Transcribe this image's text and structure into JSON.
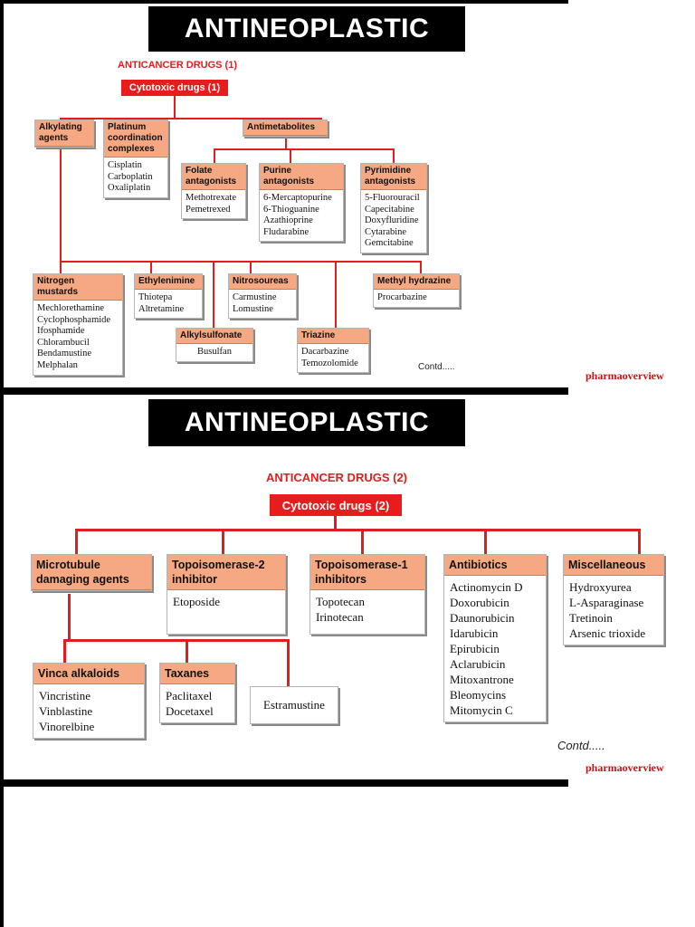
{
  "panel1": {
    "title": "ANTINEOPLASTIC",
    "heading": "ANTICANCER DRUGS (1)",
    "root": "Cytotoxic drugs (1)",
    "nodes": {
      "alkylating": {
        "label": "Alkylating\nagents"
      },
      "platinum": {
        "label": "Platinum\ncoordination\ncomplexes",
        "items": [
          "Cisplatin",
          "Carboplatin",
          "Oxaliplatin"
        ]
      },
      "antimetabolites": {
        "label": "Antimetabolites"
      },
      "folate": {
        "label": "Folate\nantagonists",
        "items": [
          "Methotrexate",
          "Pemetrexed"
        ]
      },
      "purine": {
        "label": "Purine\nantagonists",
        "items": [
          "6-Mercaptopurine",
          "6-Thioguanine",
          "Azathioprine",
          "Fludarabine"
        ]
      },
      "pyrimidine": {
        "label": "Pyrimidine\nantagonists",
        "items": [
          "5-Fluorouracil",
          "Capecitabine",
          "Doxyfluridine",
          "Cytarabine",
          "Gemcitabine"
        ]
      },
      "nitrogen": {
        "label": "Nitrogen\nmustards",
        "items": [
          "Mechlorethamine",
          "Cyclophosphamide",
          "Ifosphamide",
          "Chlorambucil",
          "Bendamustine",
          "Melphalan"
        ]
      },
      "ethylenimine": {
        "label": "Ethylenimine",
        "items": [
          "Thiotepa",
          "Altretamine"
        ]
      },
      "nitrosoureas": {
        "label": "Nitrosoureas",
        "items": [
          "Carmustine",
          "Lomustine"
        ]
      },
      "methylhydrazine": {
        "label": "Methyl hydrazine",
        "items": [
          "Procarbazine"
        ]
      },
      "alkylsulfonate": {
        "label": "Alkylsulfonate",
        "items": [
          "Busulfan"
        ]
      },
      "triazine": {
        "label": "Triazine",
        "items": [
          "Dacarbazine",
          "Temozolomide"
        ]
      }
    },
    "contd": "Contd.....",
    "brand": "pharmaoverview"
  },
  "panel2": {
    "title": "ANTINEOPLASTIC",
    "heading": "ANTICANCER DRUGS (2)",
    "root": "Cytotoxic drugs (2)",
    "nodes": {
      "microtubule": {
        "label": "Microtubule\ndamaging agents"
      },
      "topo2": {
        "label": "Topoisomerase-2\ninhibitor",
        "items": [
          "Etoposide"
        ]
      },
      "topo1": {
        "label": "Topoisomerase-1\ninhibitors",
        "items": [
          "Topotecan",
          "Irinotecan"
        ]
      },
      "antibiotics": {
        "label": "Antibiotics",
        "items": [
          "Actinomycin D",
          "Doxorubicin",
          "Daunorubicin",
          "Idarubicin",
          "Epirubicin",
          "Aclarubicin",
          "Mitoxantrone",
          "Bleomycins",
          "Mitomycin C"
        ]
      },
      "misc": {
        "label": "Miscellaneous",
        "items": [
          "Hydroxyurea",
          "L-Asparaginase",
          "Tretinoin",
          "Arsenic trioxide"
        ]
      },
      "vinca": {
        "label": "Vinca alkaloids",
        "items": [
          "Vincristine",
          "Vinblastine",
          "Vinorelbine"
        ]
      },
      "taxanes": {
        "label": "Taxanes",
        "items": [
          "Paclitaxel",
          "Docetaxel"
        ]
      },
      "estramustine": {
        "label": "Estramustine"
      }
    },
    "contd": "Contd.....",
    "brand": "pharmaoverview"
  }
}
